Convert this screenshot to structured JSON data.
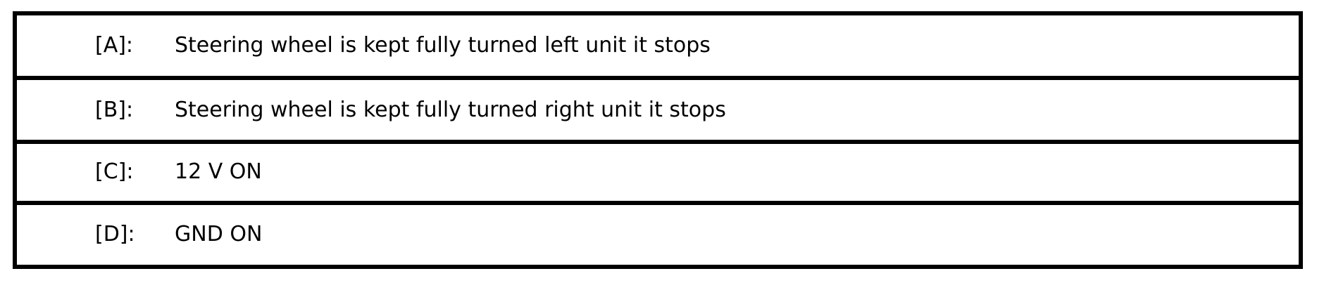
{
  "document": {
    "type": "condition-legend-table",
    "background_color": "#ffffff",
    "border_color": "#000000",
    "text_color": "#000000"
  },
  "table": {
    "rows": [
      {
        "key": "[A]:",
        "description": "Steering wheel is kept fully turned left unit it stops"
      },
      {
        "key": "[B]:",
        "description": "Steering wheel is kept fully turned right unit it stops"
      },
      {
        "key": "[C]:",
        "description": "12 V ON"
      },
      {
        "key": "[D]:",
        "description": "GND ON"
      }
    ]
  }
}
